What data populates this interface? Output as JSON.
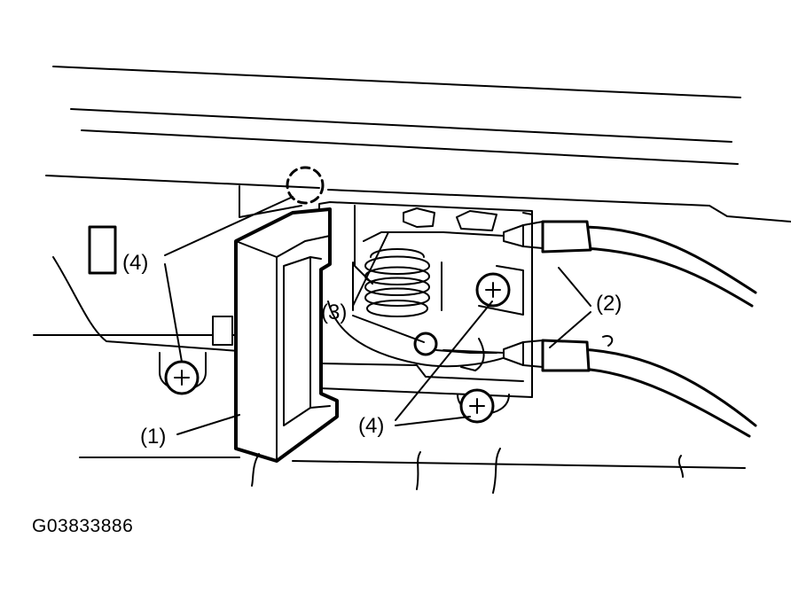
{
  "callouts": {
    "c1": "(1)",
    "c2": "(2)",
    "c3": "(3)",
    "c4_left": "(4)",
    "c4_bottom": "(4)"
  },
  "figure_id": "G03833886"
}
